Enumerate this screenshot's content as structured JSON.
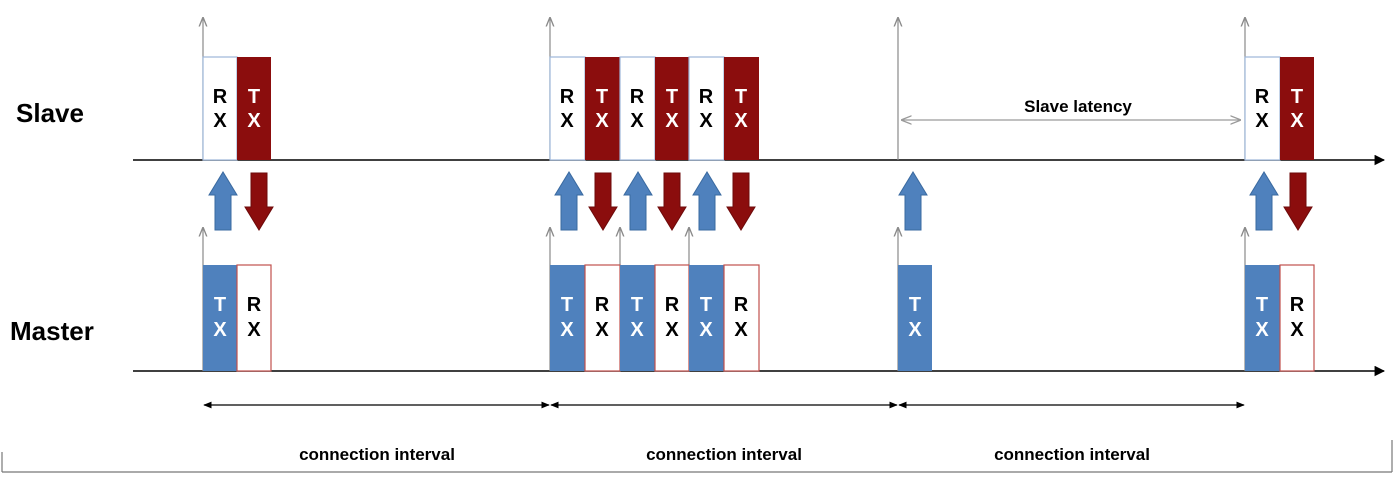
{
  "rows": {
    "slave_label": "Slave",
    "master_label": "Master"
  },
  "packet_letters": {
    "rx": [
      "R",
      "X"
    ],
    "tx": [
      "T",
      "X"
    ]
  },
  "slave_latency_label": "Slave latency",
  "intervals": [
    {
      "label": "connection interval"
    },
    {
      "label": "connection interval"
    },
    {
      "label": "connection interval"
    }
  ],
  "events": [
    {
      "exchanges": 1,
      "slave_responds": true
    },
    {
      "exchanges": 3,
      "slave_responds": true
    },
    {
      "exchanges": 1,
      "slave_responds": false
    },
    {
      "exchanges": 1,
      "slave_responds": true
    }
  ],
  "colors": {
    "master_tx": "#4f81bd",
    "slave_tx": "#8b0d0d",
    "rx_fill": "#ffffff",
    "rx_border_slave": "#9db6d9",
    "rx_border_master": "#c0504d",
    "axis": "#000000",
    "tick": "#8a8a8a",
    "latency_arrow": "#9a9a9a"
  }
}
